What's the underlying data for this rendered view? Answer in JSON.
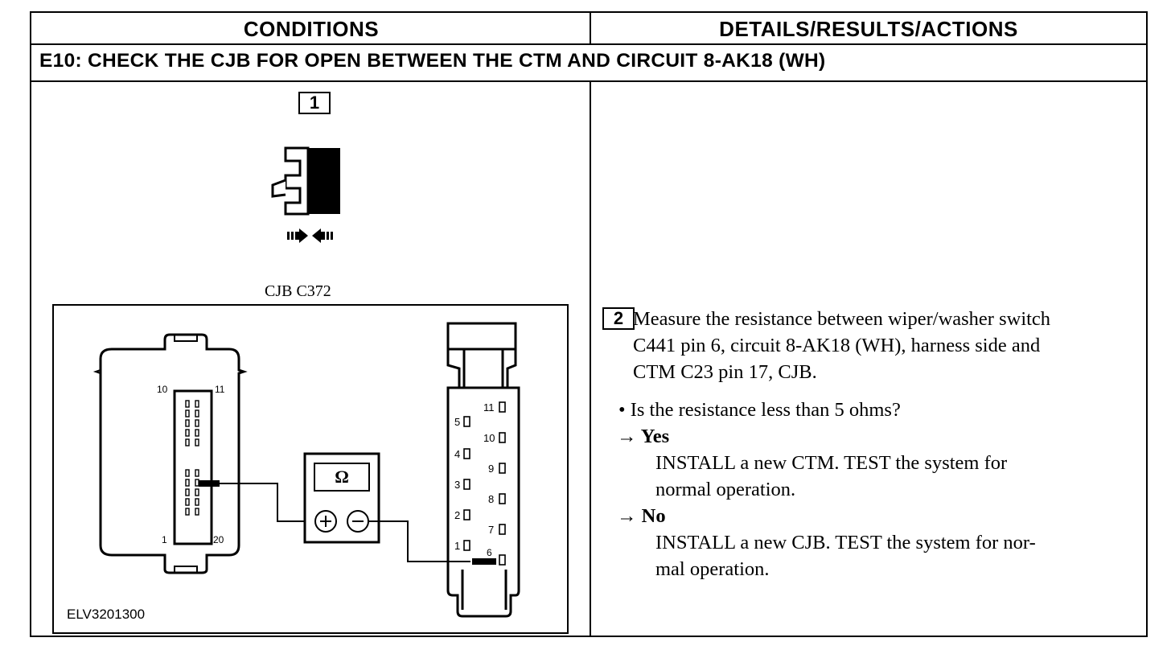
{
  "header": {
    "conditions": "CONDITIONS",
    "details": "DETAILS/RESULTS/ACTIONS"
  },
  "step_title": "E10: CHECK THE CJB FOR OPEN BETWEEN THE CTM AND CIRCUIT 8-AK18 (WH)",
  "step1_number": "1",
  "figure": {
    "caption": "CJB C372",
    "id": "ELV3201300",
    "left_connector_pins": {
      "top_left": "10",
      "top_right": "11",
      "bottom_left": "1",
      "bottom_right": "20"
    },
    "meter_symbol": "Ω",
    "right_connector_pins_left": [
      "5",
      "4",
      "3",
      "2",
      "1"
    ],
    "right_connector_pins_right": [
      "11",
      "10",
      "9",
      "8",
      "7",
      "6"
    ],
    "icons": [
      "connector-disconnected-icon",
      "ohmmeter-icon"
    ]
  },
  "step2": {
    "number": "2",
    "line1": "Measure the resistance between wiper/washer switch",
    "line2": "C441 pin 6, circuit 8-AK18 (WH), harness side and",
    "line3": "CTM C23 pin 17, CJB.",
    "question": "• Is the resistance less than 5 ohms?",
    "yes_label": "→ Yes",
    "yes_line1": "INSTALL a new CTM. TEST the system for",
    "yes_line2": "normal operation.",
    "no_label": "→ No",
    "no_line1": "INSTALL a new CJB. TEST the system for nor-",
    "no_line2": "mal operation."
  }
}
